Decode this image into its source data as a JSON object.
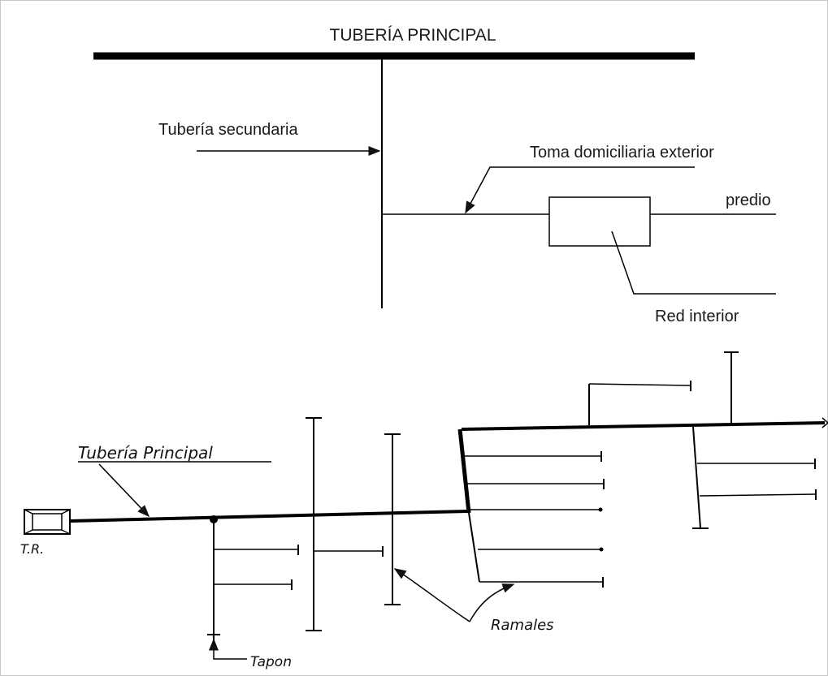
{
  "top_diagram": {
    "title": "TUBERÍA PRINCIPAL",
    "labels": {
      "secondary": "Tubería secundaria",
      "service_connection": "Toma domiciliaria exterior",
      "property": "predio",
      "interior_network": "Red interior"
    }
  },
  "bottom_sketch": {
    "labels": {
      "main_pipe": "Tubería Principal",
      "tr": "T.R.",
      "branches": "Ramales",
      "cap": "Tapon"
    }
  }
}
